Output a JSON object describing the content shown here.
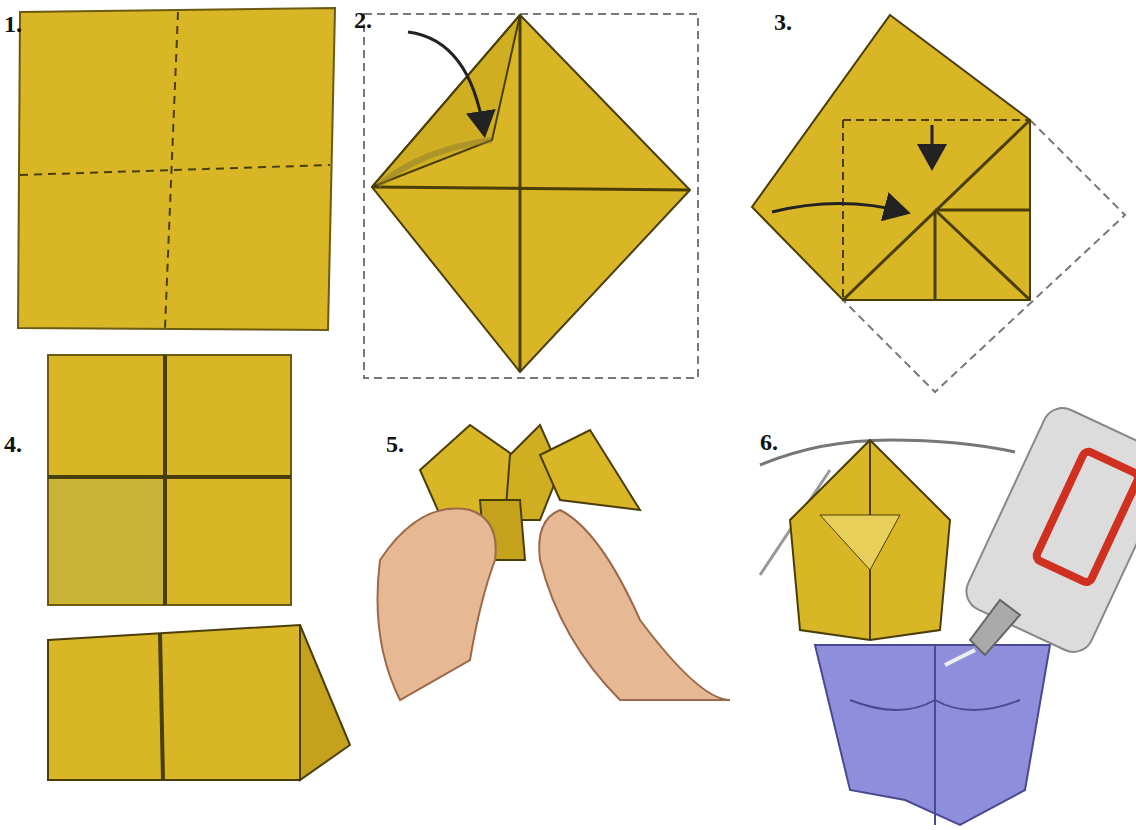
{
  "diagram": {
    "labels": [
      "1.",
      "2.",
      "3.",
      "4.",
      "5.",
      "6."
    ]
  }
}
